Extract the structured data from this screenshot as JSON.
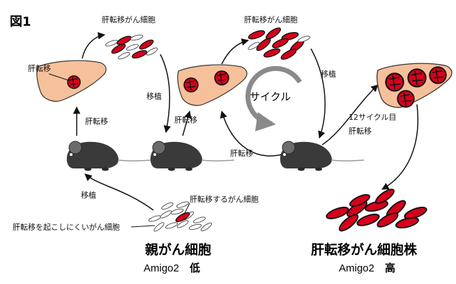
{
  "figure_label": "図1",
  "labels": {
    "liver_metastasis": "肝転移",
    "liver_metastatic_cells_1": "肝転移がん細胞",
    "liver_metastatic_cells_2": "肝転移がん細胞",
    "transplant_1": "移植",
    "transplant_2": "移植",
    "transplant_3": "移植",
    "metastasis_1": "肝転移",
    "metastasis_2": "肝転移",
    "metastasis_3": "肝転移",
    "cycle": "サイクル",
    "cycle12": "12サイクル目",
    "cycle12_metastasis": "肝転移",
    "metastasizing_cells": "肝転移するがん細胞",
    "non_metastasizing_cells": "肝転移を起こしにくいがん細胞"
  },
  "parent": {
    "title": "親がん細胞",
    "marker": "Amigo2",
    "level": "低",
    "level_color": "#1f6fc6"
  },
  "strain": {
    "title": "肝転移がん細胞株",
    "marker": "Amigo2",
    "level": "高",
    "level_color": "#e02020"
  },
  "colors": {
    "liver": "#f6c09a",
    "cell_red": "#d6001c",
    "mouse": "#3a3a3a"
  }
}
